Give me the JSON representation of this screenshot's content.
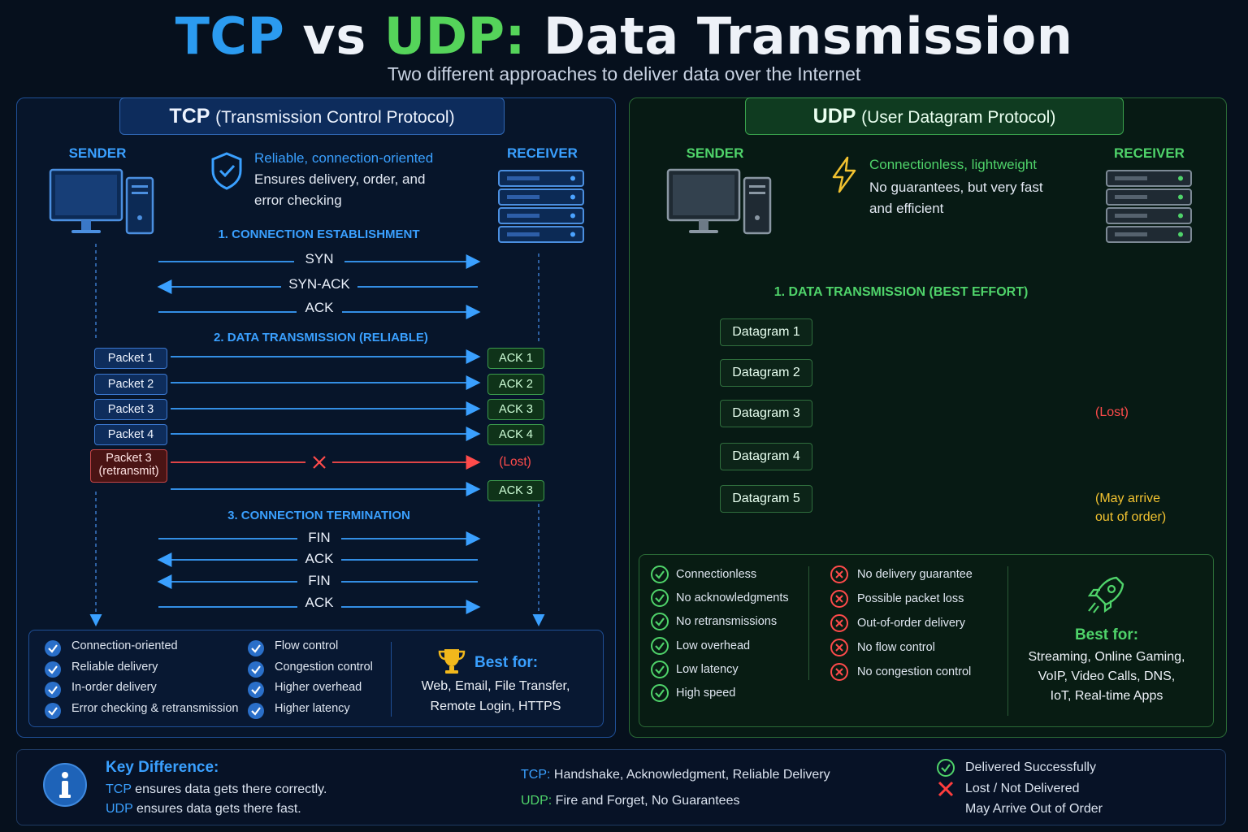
{
  "title": {
    "tcp": "TCP",
    "vs": "vs",
    "udp": "UDP:",
    "rest": "Data Transmission"
  },
  "subtitle": "Two different approaches to deliver data over the Internet",
  "colors": {
    "tcp": "#3aa0ff",
    "udp": "#4fd36a",
    "lost": "#ff4b4b",
    "order": "#f2c230",
    "background": "#06101d"
  },
  "tcp": {
    "header_abbr": "TCP",
    "header_full": "(Transmission Control Protocol)",
    "sender": "SENDER",
    "receiver": "RECEIVER",
    "tagline": "Reliable, connection-oriented",
    "desc1": "Ensures delivery, order, and",
    "desc2": "error checking",
    "icons": {
      "sender": "desktop-computer-icon",
      "receiver": "server-rack-icon",
      "tagline": "shield-check-icon"
    },
    "sec1": "1. CONNECTION ESTABLISHMENT",
    "handshake": [
      "SYN",
      "SYN-ACK",
      "ACK"
    ],
    "sec2": "2. DATA TRANSMISSION (RELIABLE)",
    "packets": [
      "Packet 1",
      "Packet 2",
      "Packet 3",
      "Packet 4"
    ],
    "acks": [
      "ACK 1",
      "ACK 2",
      "ACK 3",
      "ACK 4"
    ],
    "retransmit_line1": "Packet 3",
    "retransmit_line2": "(retransmit)",
    "lost": "(Lost)",
    "ack_after": "ACK 3",
    "sec3": "3. CONNECTION TERMINATION",
    "termination": [
      "FIN",
      "ACK",
      "FIN",
      "ACK"
    ],
    "features_col1": [
      "Connection-oriented",
      "Reliable delivery",
      "In-order delivery",
      "Error checking & retransmission"
    ],
    "features_col2": [
      "Flow control",
      "Congestion control",
      "Higher overhead",
      "Higher latency"
    ],
    "best_icon": "trophy-icon",
    "best_title": "Best for:",
    "best_line1": "Web, Email, File Transfer,",
    "best_line2": "Remote Login, HTTPS"
  },
  "udp": {
    "header_abbr": "UDP",
    "header_full": "(User Datagram Protocol)",
    "sender": "SENDER",
    "receiver": "RECEIVER",
    "tagline": "Connectionless, lightweight",
    "desc1": "No guarantees, but very fast",
    "desc2": "and efficient",
    "icons": {
      "sender": "desktop-computer-icon",
      "receiver": "server-rack-icon",
      "tagline": "lightning-bolt-icon"
    },
    "sec1": "1. DATA TRANSMISSION (BEST EFFORT)",
    "datagrams": [
      "Datagram 1",
      "Datagram 2",
      "Datagram 3",
      "Datagram 4",
      "Datagram 5"
    ],
    "lost": "(Lost)",
    "order_line1": "(May arrive",
    "order_line2": "out of order)",
    "pros": [
      "Connectionless",
      "No acknowledgments",
      "No retransmissions",
      "Low overhead",
      "Low latency",
      "High speed"
    ],
    "cons": [
      "No delivery guarantee",
      "Possible packet loss",
      "Out-of-order delivery",
      "No flow control",
      "No congestion control"
    ],
    "best_icon": "rocket-icon",
    "best_title": "Best for:",
    "best_line1": "Streaming, Online Gaming,",
    "best_line2": "VoIP, Video Calls, DNS,",
    "best_line3": "IoT, Real-time Apps"
  },
  "footer": {
    "icon": "info-icon",
    "key_title": "Key Difference:",
    "tcp_word": "TCP",
    "tcp_text": " ensures data gets there correctly.",
    "udp_word": "UDP",
    "udp_text": " ensures data gets there fast.",
    "legend_tcp_label": "TCP:",
    "legend_tcp_text": " Handshake, Acknowledgment, Reliable Delivery",
    "legend_udp_label": "UDP:",
    "legend_udp_text": " Fire and Forget, No Guarantees",
    "legend_delivered": "Delivered Successfully",
    "legend_lost": "Lost / Not Delivered",
    "legend_order": "May Arrive Out of Order"
  }
}
